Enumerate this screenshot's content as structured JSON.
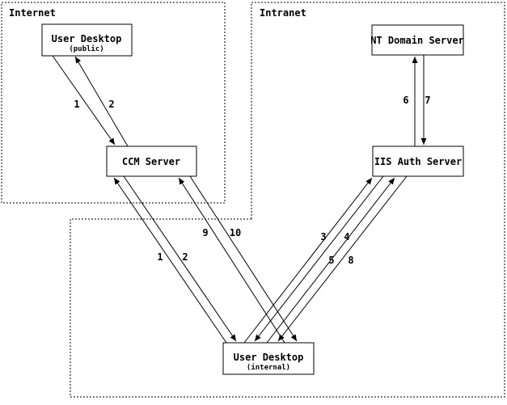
{
  "diagram": {
    "zones": {
      "internet": {
        "label": "Internet"
      },
      "intranet": {
        "label": "Intranet"
      }
    },
    "nodes": {
      "user_desktop_public": {
        "title": "User Desktop",
        "subtitle": "(public)"
      },
      "ccm_server": {
        "title": "CCM Server"
      },
      "nt_domain_server": {
        "title": "NT Domain Server"
      },
      "iis_auth_server": {
        "title": "IIS Auth Server"
      },
      "user_desktop_internal": {
        "title": "User Desktop",
        "subtitle": "(internal)"
      }
    },
    "steps": {
      "public_desktop_to_ccm": "1",
      "ccm_to_public_desktop": "2",
      "internal_desktop_to_ccm": "1",
      "ccm_to_internal_desktop": "2",
      "internal_desktop_to_iis_first": "3",
      "iis_to_internal_desktop_first": "4",
      "internal_desktop_to_iis_second": "5",
      "iis_to_nt_domain": "6",
      "nt_domain_to_iis": "7",
      "iis_to_internal_desktop_second": "8",
      "internal_desktop_to_ccm_second": "9",
      "ccm_to_internal_desktop_second": "10"
    },
    "colors": {
      "line": "#000000",
      "background": "#ffffff"
    }
  }
}
